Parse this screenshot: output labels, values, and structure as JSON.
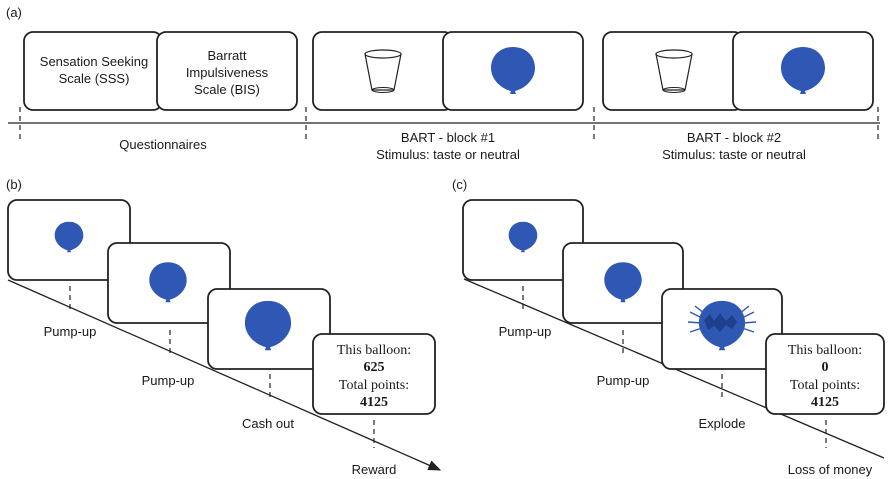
{
  "panel_a": {
    "label": "(a)",
    "sss_line1": "Sensation Seeking",
    "sss_line2": "Scale (SSS)",
    "bis_line1": "Barratt",
    "bis_line2": "Impulsiveness",
    "bis_line3": "Scale (BIS)",
    "questionnaires": "Questionnaires",
    "block1_title": "BART - block #1",
    "block1_sub": "Stimulus: taste or neutral",
    "block2_title": "BART - block #2",
    "block2_sub": "Stimulus: taste or neutral"
  },
  "panel_b": {
    "label": "(b)",
    "step1": "Pump-up",
    "step2": "Pump-up",
    "step3": "Cash out",
    "step4": "Reward",
    "this_balloon": "This balloon:",
    "this_value": "625",
    "total_points": "Total points:",
    "total_value": "4125"
  },
  "panel_c": {
    "label": "(c)",
    "step1": "Pump-up",
    "step2": "Pump-up",
    "step3": "Explode",
    "step4": "Loss of money",
    "this_balloon": "This balloon:",
    "this_value": "0",
    "total_points": "Total points:",
    "total_value": "4125"
  },
  "colors": {
    "balloon": "#2f58b4",
    "outline": "#222222"
  },
  "icons": [
    "cup-icon",
    "balloon-icon",
    "exploding-balloon-icon"
  ]
}
